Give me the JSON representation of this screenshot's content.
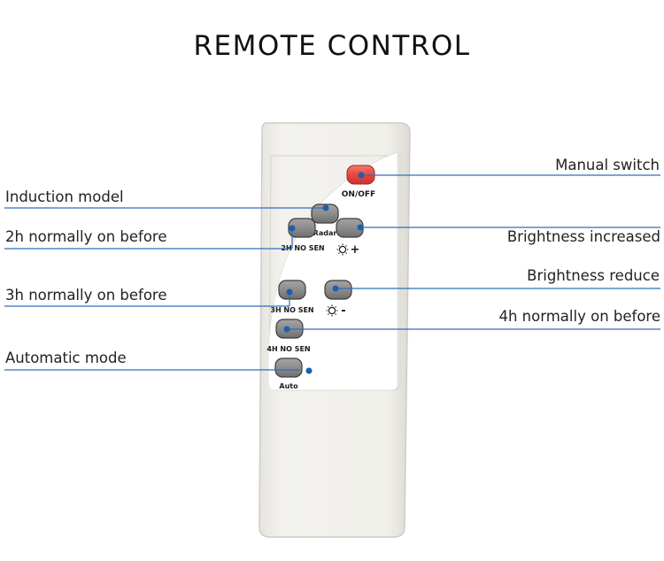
{
  "title": "REMOTE CONTROL",
  "callouts": {
    "manual_switch": "Manual switch",
    "induction_model": "Induction model",
    "two_h": "2h normally on before",
    "brightness_increased": "Brightness increased",
    "brightness_reduce": "Brightness reduce",
    "three_h": "3h normally on before",
    "four_h": "4h normally on before",
    "automatic_mode": "Automatic mode"
  },
  "buttons": {
    "on_off": "ON/OFF",
    "radar": "Radar",
    "two_h": "2H NO SEN",
    "three_h": "3H NO SEN",
    "four_h": "4H NO SEN",
    "auto": "Auto",
    "plus": "+",
    "minus": "-"
  },
  "colors": {
    "leader": "#2f6fba",
    "power_button": "#e8473f",
    "button": "#8c8c8c",
    "remote_body": "#f1f0eb"
  }
}
